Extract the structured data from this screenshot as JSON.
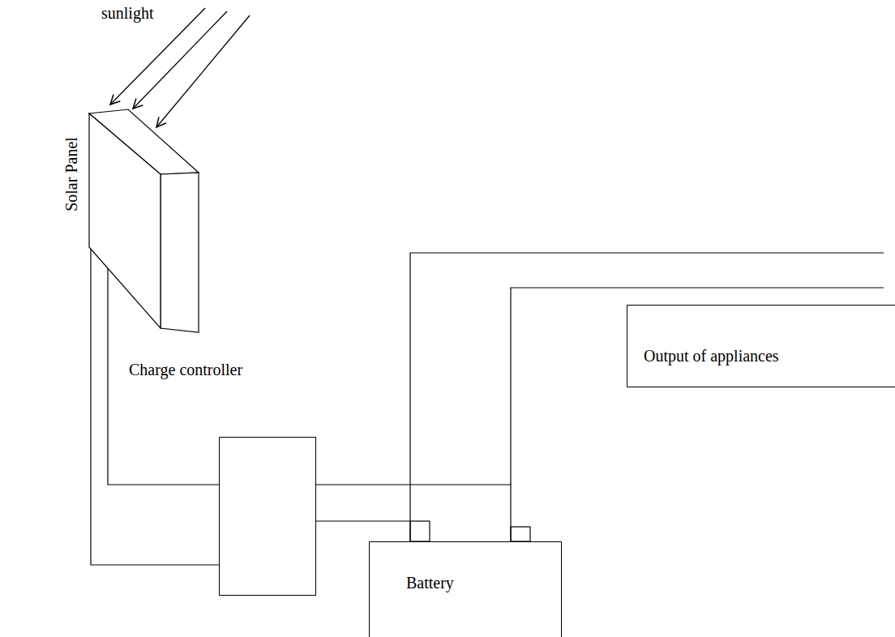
{
  "diagram": {
    "nodes": [
      {
        "text": [
          "Solar Panel"
        ]
      },
      {
        "text": [
          "Charge controller"
        ]
      },
      {
        "text": [
          "Battery"
        ]
      },
      {
        "text": [
          "Output of appliances"
        ]
      }
    ],
    "edges": [
      {
        "from": 0,
        "to": 1,
        "arrow": "none"
      },
      {
        "from": 1,
        "to": 2,
        "arrow": "none"
      }
    ],
    "labels": [
      "sunlight"
    ]
  }
}
